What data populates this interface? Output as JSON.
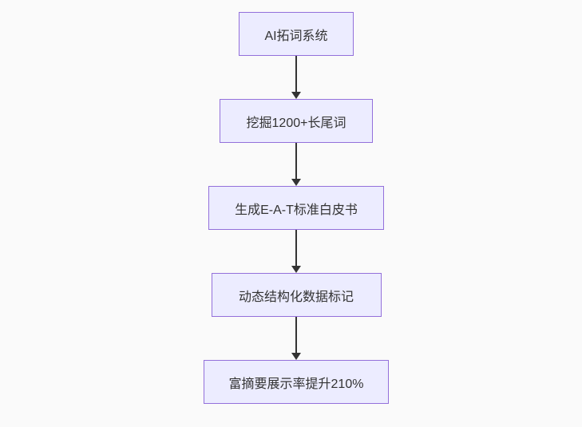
{
  "diagram": {
    "type": "flowchart",
    "direction": "top-down",
    "nodes": [
      {
        "id": "n1",
        "label": "AI拓词系统"
      },
      {
        "id": "n2",
        "label": "挖掘1200+长尾词"
      },
      {
        "id": "n3",
        "label": "生成E-A-T标准白皮书"
      },
      {
        "id": "n4",
        "label": "动态结构化数据标记"
      },
      {
        "id": "n5",
        "label": "富摘要展示率提升210%"
      }
    ],
    "edges": [
      {
        "from": "n1",
        "to": "n2",
        "style": "arrow-down"
      },
      {
        "from": "n2",
        "to": "n3",
        "style": "arrow-down"
      },
      {
        "from": "n3",
        "to": "n4",
        "style": "arrow-down"
      },
      {
        "from": "n4",
        "to": "n5",
        "style": "arrow-down"
      }
    ],
    "colors": {
      "node_fill": "#ECECFF",
      "node_border": "#9370DB",
      "node_text": "#333333",
      "arrow": "#333333",
      "background": "#FAFAFA"
    }
  }
}
